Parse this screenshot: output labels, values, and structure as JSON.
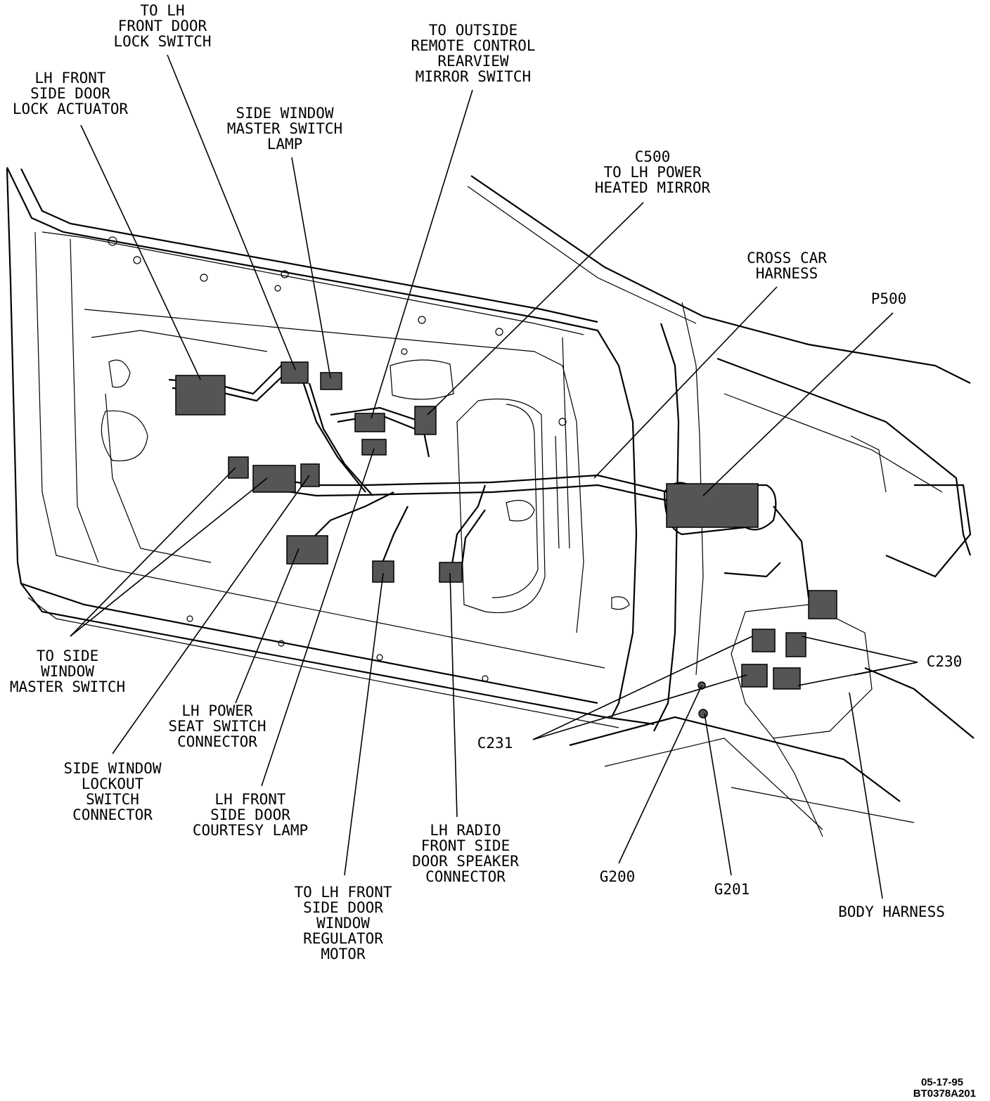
{
  "labels": {
    "front_door_lock_switch": "TO LH\nFRONT DOOR\nLOCK SWITCH",
    "door_lock_actuator": "LH FRONT\nSIDE DOOR\nLOCK ACTUATOR",
    "master_switch_lamp": "SIDE WINDOW\nMASTER SWITCH\nLAMP",
    "mirror_switch": "TO OUTSIDE\nREMOTE CONTROL\nREARVIEW\nMIRROR SWITCH",
    "c500": "C500\nTO LH POWER\nHEATED MIRROR",
    "cross_car_harness": "CROSS CAR\nHARNESS",
    "p500": "P500",
    "c230": "C230",
    "c231": "C231",
    "to_master_switch": "TO SIDE\nWINDOW\nMASTER SWITCH",
    "seat_switch": "LH POWER\nSEAT SWITCH\nCONNECTOR",
    "lockout_switch": "SIDE WINDOW\nLOCKOUT\nSWITCH\nCONNECTOR",
    "courtesy_lamp": "LH FRONT\nSIDE DOOR\nCOURTESY LAMP",
    "speaker": "LH RADIO\nFRONT SIDE\nDOOR SPEAKER\nCONNECTOR",
    "regulator_motor": "TO LH FRONT\nSIDE DOOR\nWINDOW\nREGULATOR\nMOTOR",
    "g200": "G200",
    "g201": "G201",
    "body_harness": "BODY HARNESS"
  },
  "footer": {
    "date": "05-17-95",
    "figure_id": "BT0378A201"
  }
}
